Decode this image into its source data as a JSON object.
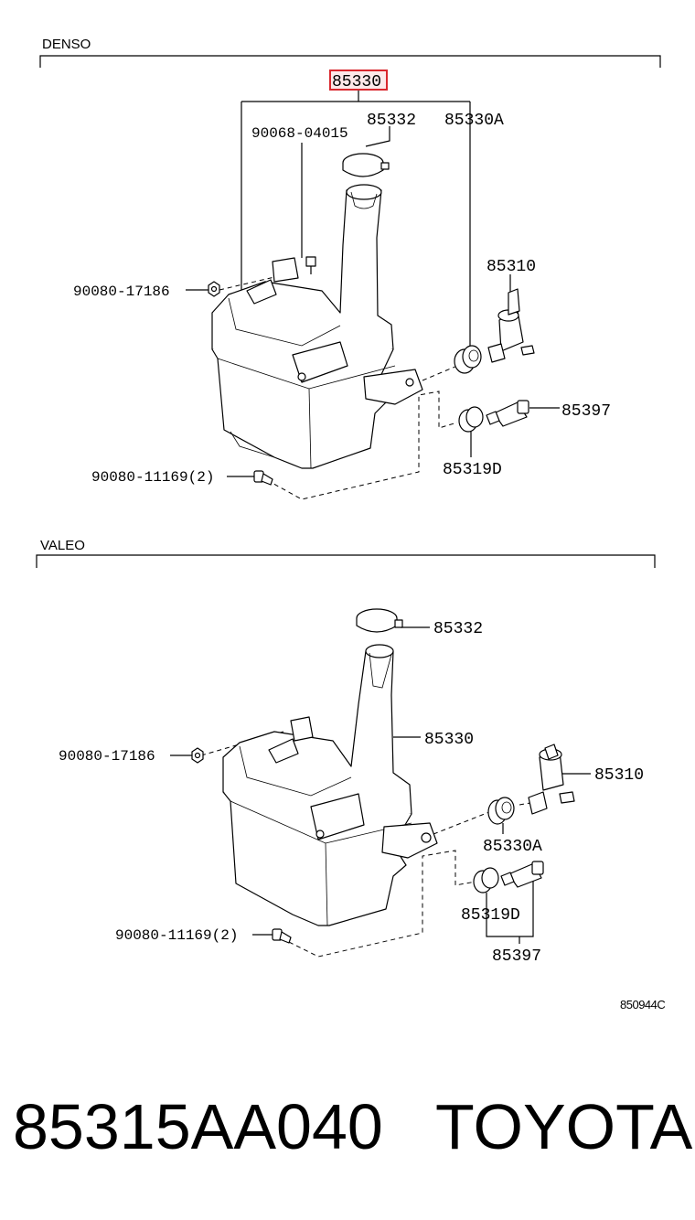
{
  "sections": {
    "denso": "DENSO",
    "valeo": "VALEO"
  },
  "denso_labels": {
    "p85330_highlighted": "85330",
    "p85332": "85332",
    "p90068": "90068-04015",
    "p85330A": "85330A",
    "p85310": "85310",
    "p90080_17186": "90080-17186",
    "p85397": "85397",
    "p85319D": "85319D",
    "p90080_11169": "90080-11169(2)"
  },
  "valeo_labels": {
    "p85332": "85332",
    "p85330": "85330",
    "p90080_17186": "90080-17186",
    "p85310": "85310",
    "p85330A": "85330A",
    "p85319D": "85319D",
    "p85397": "85397",
    "p90080_11169": "90080-11169(2)"
  },
  "diagram_code": "850944C",
  "footer": {
    "part_number": "85315AA040",
    "brand": "TOYOTA"
  },
  "colors": {
    "highlight_box": "#d9272e",
    "highlight_fill": "#fde9ea",
    "ink": "#000000"
  }
}
